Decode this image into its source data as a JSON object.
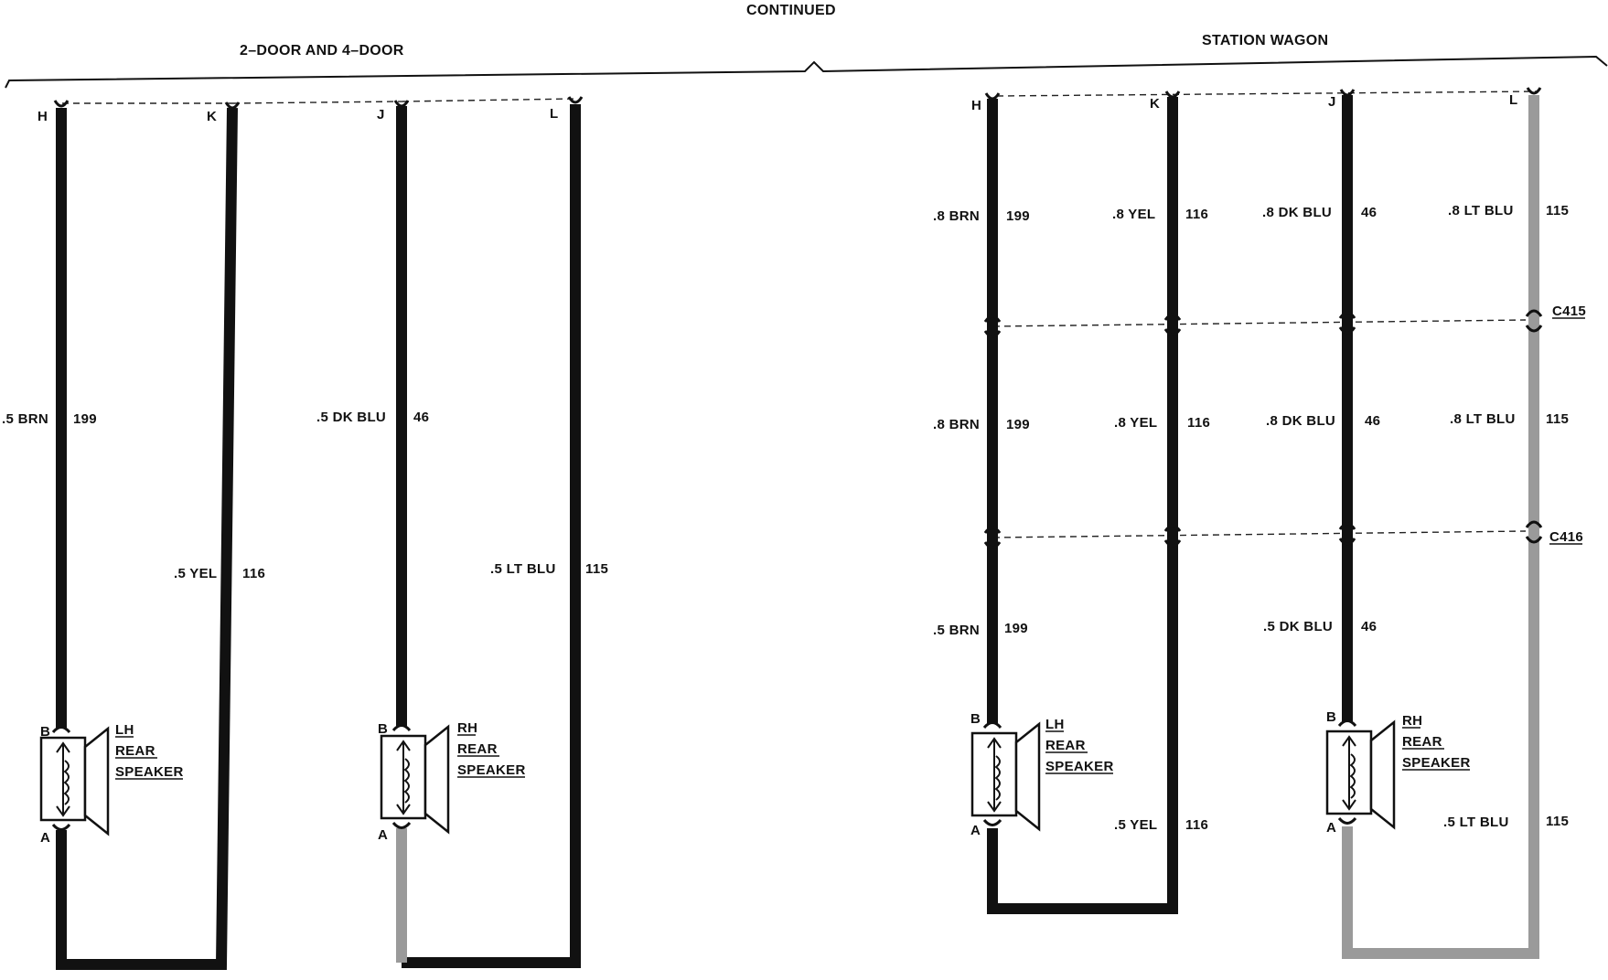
{
  "header": {
    "continued": "CONTINUED",
    "left_section": "2–DOOR AND 4–DOOR",
    "right_section": "STATION WAGON"
  },
  "sedan": {
    "pins": {
      "h": "H",
      "k": "K",
      "j": "J",
      "l": "L"
    },
    "wires": {
      "brn_gauge": ".5 BRN",
      "brn_circuit": "199",
      "yel_gauge": ".5 YEL",
      "yel_circuit": "116",
      "dkblu_gauge": ".5 DK BLU",
      "dkblu_circuit": "46",
      "ltblu_gauge": ".5 LT BLU",
      "ltblu_circuit": "115"
    },
    "lh_speaker": {
      "pin_b": "B",
      "pin_a": "A",
      "line1": "LH",
      "line2": "REAR",
      "line3": "SPEAKER"
    },
    "rh_speaker": {
      "pin_b": "B",
      "pin_a": "A",
      "line1": "RH",
      "line2": "REAR",
      "line3": "SPEAKER"
    }
  },
  "wagon": {
    "pins": {
      "h": "H",
      "k": "K",
      "j": "J",
      "l": "L"
    },
    "upper": {
      "brn_gauge": ".8 BRN",
      "brn_circuit": "199",
      "yel_gauge": ".8 YEL",
      "yel_circuit": "116",
      "dkblu_gauge": ".8 DK BLU",
      "dkblu_circuit": "46",
      "ltblu_gauge": ".8 LT BLU",
      "ltblu_circuit": "115"
    },
    "connector1": "C415",
    "middle": {
      "brn_gauge": ".8 BRN",
      "brn_circuit": "199",
      "yel_gauge": ".8 YEL",
      "yel_circuit": "116",
      "dkblu_gauge": ".8 DK BLU",
      "dkblu_circuit": "46",
      "ltblu_gauge": ".8 LT BLU",
      "ltblu_circuit": "115"
    },
    "connector2": "C416",
    "lower": {
      "brn_gauge": ".5 BRN",
      "brn_circuit": "199",
      "dkblu_gauge": ".5 DK BLU",
      "dkblu_circuit": "46",
      "yel_gauge": ".5 YEL",
      "yel_circuit": "116",
      "ltblu_gauge": ".5 LT BLU",
      "ltblu_circuit": "115"
    },
    "lh_speaker": {
      "pin_b": "B",
      "pin_a": "A",
      "line1": "LH",
      "line2": "REAR",
      "line3": "SPEAKER"
    },
    "rh_speaker": {
      "pin_b": "B",
      "pin_a": "A",
      "line1": "RH",
      "line2": "REAR",
      "line3": "SPEAKER"
    }
  }
}
